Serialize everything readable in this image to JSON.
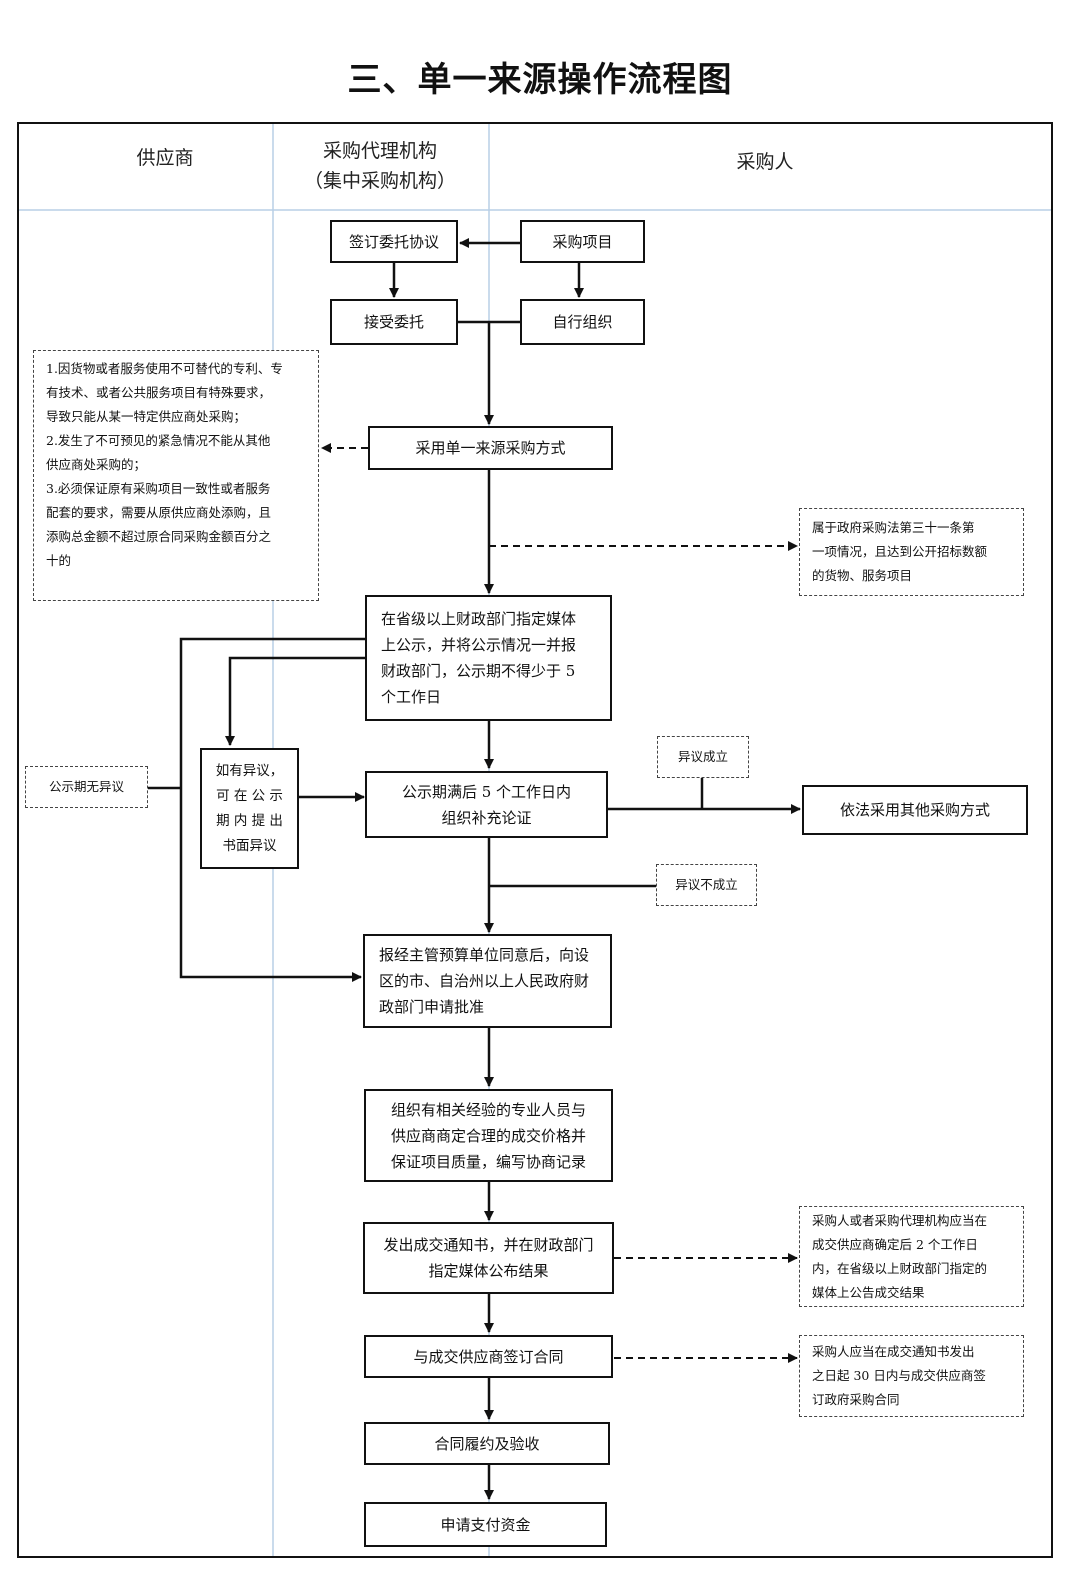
{
  "title": "三、单一来源操作流程图",
  "lanes": {
    "supplier": "供应商",
    "agency_line1": "采购代理机构",
    "agency_line2": "（集中采购机构）",
    "purchaser": "采购人"
  },
  "boxes": {
    "sign_agreement": "签订委托协议",
    "project": "采购项目",
    "accept": "接受委托",
    "self_org": "自行组织",
    "adopt": "采用单一来源采购方式",
    "publicity_l1": "在省级以上财政部门指定媒体",
    "publicity_l2": "上公示，并将公示情况一并报",
    "publicity_l3": "财政部门，公示期不得少于 5",
    "publicity_l4": "个工作日",
    "objection_l1": "如有异议，",
    "objection_l2": "可 在 公 示",
    "objection_l3": "期 内 提 出",
    "objection_l4": "书面异议",
    "review_l1": "公示期满后 5 个工作日内",
    "review_l2": "组织补充论证",
    "other_method": "依法采用其他采购方式",
    "approval_l1": "报经主管预算单位同意后，向设",
    "approval_l2": "区的市、自治州以上人民政府财",
    "approval_l3": "政部门申请批准",
    "negotiate_l1": "组织有相关经验的专业人员与",
    "negotiate_l2": "供应商商定合理的成交价格并",
    "negotiate_l3": "保证项目质量，编写协商记录",
    "notice_l1": "发出成交通知书，并在财政部门",
    "notice_l2": "指定媒体公布结果",
    "contract": "与成交供应商签订合同",
    "perform": "合同履约及验收",
    "payment": "申请支付资金"
  },
  "notes": {
    "conditions": [
      "1.因货物或者服务使用不可替代的专利、专",
      "有技术、或者公共服务项目有特殊要求，",
      "导致只能从某一特定供应商处采购；",
      "2.发生了不可预见的紧急情况不能从其他",
      "供应商处采购的；",
      "3.必须保证原有采购项目一致性或者服务",
      "配套的要求，需要从原供应商处添购，且",
      "添购总金额不超过原合同采购金额百分之",
      "十的"
    ],
    "law31": [
      "属于政府采购法第三十一条第",
      "一项情况，且达到公开招标数额",
      "的货物、服务项目"
    ],
    "no_objection": "公示期无异议",
    "objection_valid": "异议成立",
    "objection_invalid": "异议不成立",
    "announce": [
      "采购人或者采购代理机构应当在",
      "成交供应商确定后 2 个工作日",
      "内，在省级以上财政部门指定的",
      "媒体上公告成交结果"
    ],
    "sign_deadline": [
      "采购人应当在成交通知书发出",
      "之日起 30 日内与成交供应商签",
      "订政府采购合同"
    ]
  },
  "colors": {
    "lane_line": "#b8cfe6",
    "border": "#111111"
  }
}
